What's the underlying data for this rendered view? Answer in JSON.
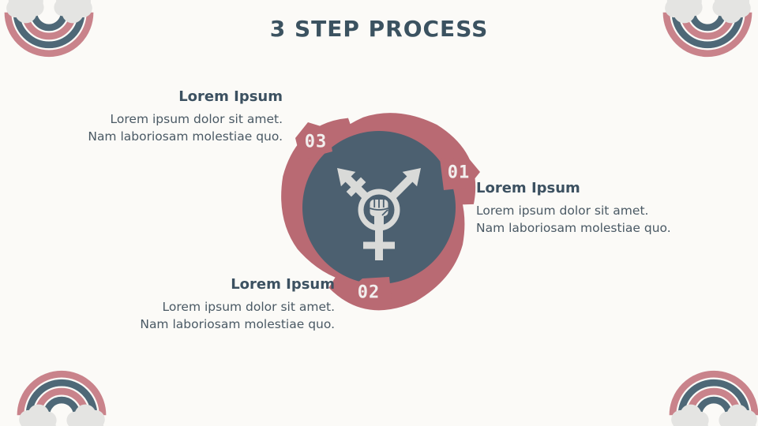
{
  "slide": {
    "title": "3 STEP PROCESS"
  },
  "steps": [
    {
      "number": "01",
      "heading": "Lorem Ipsum",
      "body_line1": "Lorem ipsum dolor sit amet.",
      "body_line2": "Nam laboriosam molestiae quo."
    },
    {
      "number": "02",
      "heading": "Lorem Ipsum",
      "body_line1": "Lorem ipsum dolor sit amet.",
      "body_line2": "Nam laboriosam molestiae quo."
    },
    {
      "number": "03",
      "heading": "Lorem Ipsum",
      "body_line1": "Lorem ipsum dolor sit amet.",
      "body_line2": "Nam laboriosam molestiae quo."
    }
  ],
  "center_icon": "transgender-symbol-with-raised-fist",
  "decorations": "rainbow-with-clouds-in-each-corner",
  "colors": {
    "background": "#fbfaf7",
    "slate": "#4c6070",
    "rose": "#b96a73",
    "rainbow_rose": "#c9838b",
    "rainbow_slate": "#4e6877",
    "cloud": "#e4e4e2",
    "heading_text": "#3c5161",
    "body_text": "#4a5964",
    "number_text": "#f2efee",
    "icon_light": "#d9dad8"
  }
}
